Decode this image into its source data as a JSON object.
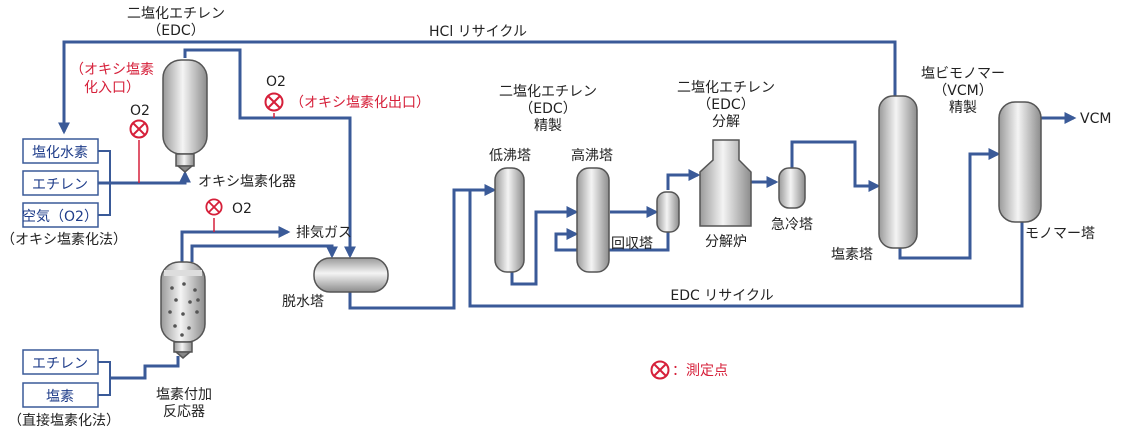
{
  "lines": {
    "hcl_recycle": "HCl リサイクル",
    "edc_recycle": "EDC リサイクル"
  },
  "inputs": {
    "oxy": [
      "塩化水素",
      "エチレン",
      "空気（O2）"
    ],
    "oxy_method": "（オキシ塩素化法）",
    "direct": [
      "エチレン",
      "塩素"
    ],
    "direct_method": "（直接塩素化法）"
  },
  "labels": {
    "edc_top_1": "二塩化エチレン",
    "edc_top_2": "（EDC）",
    "oxy_reactor": "オキシ塩素化器",
    "direct_reactor_1": "塩素付加",
    "direct_reactor_2": "反応器",
    "exhaust": "排気ガス",
    "dehydration": "脱水塔",
    "edc_refine_1": "二塩化エチレン",
    "edc_refine_2": "（EDC）",
    "edc_refine_3": "精製",
    "low_boil": "低沸塔",
    "high_boil": "高沸塔",
    "recovery": "回収塔",
    "edc_decomp_1": "二塩化エチレン",
    "edc_decomp_2": "（EDC）",
    "edc_decomp_3": "分解",
    "furnace": "分解炉",
    "quench": "急冷塔",
    "hcl_tower": "塩素塔",
    "vcm_refine_1": "塩ビモノマー",
    "vcm_refine_2": "（VCM）",
    "vcm_refine_3": "精製",
    "monomer": "モノマー塔",
    "vcm_out": "VCM"
  },
  "measure": {
    "o2": "O2",
    "inlet_1": "（オキシ塩素",
    "inlet_2": "化入口）",
    "outlet": "（オキシ塩素化出口）",
    "legend": "：測定点"
  },
  "colors": {
    "pipe": "#3a5a98",
    "measure": "#d6203a",
    "box_text": "#1f3d8a"
  }
}
